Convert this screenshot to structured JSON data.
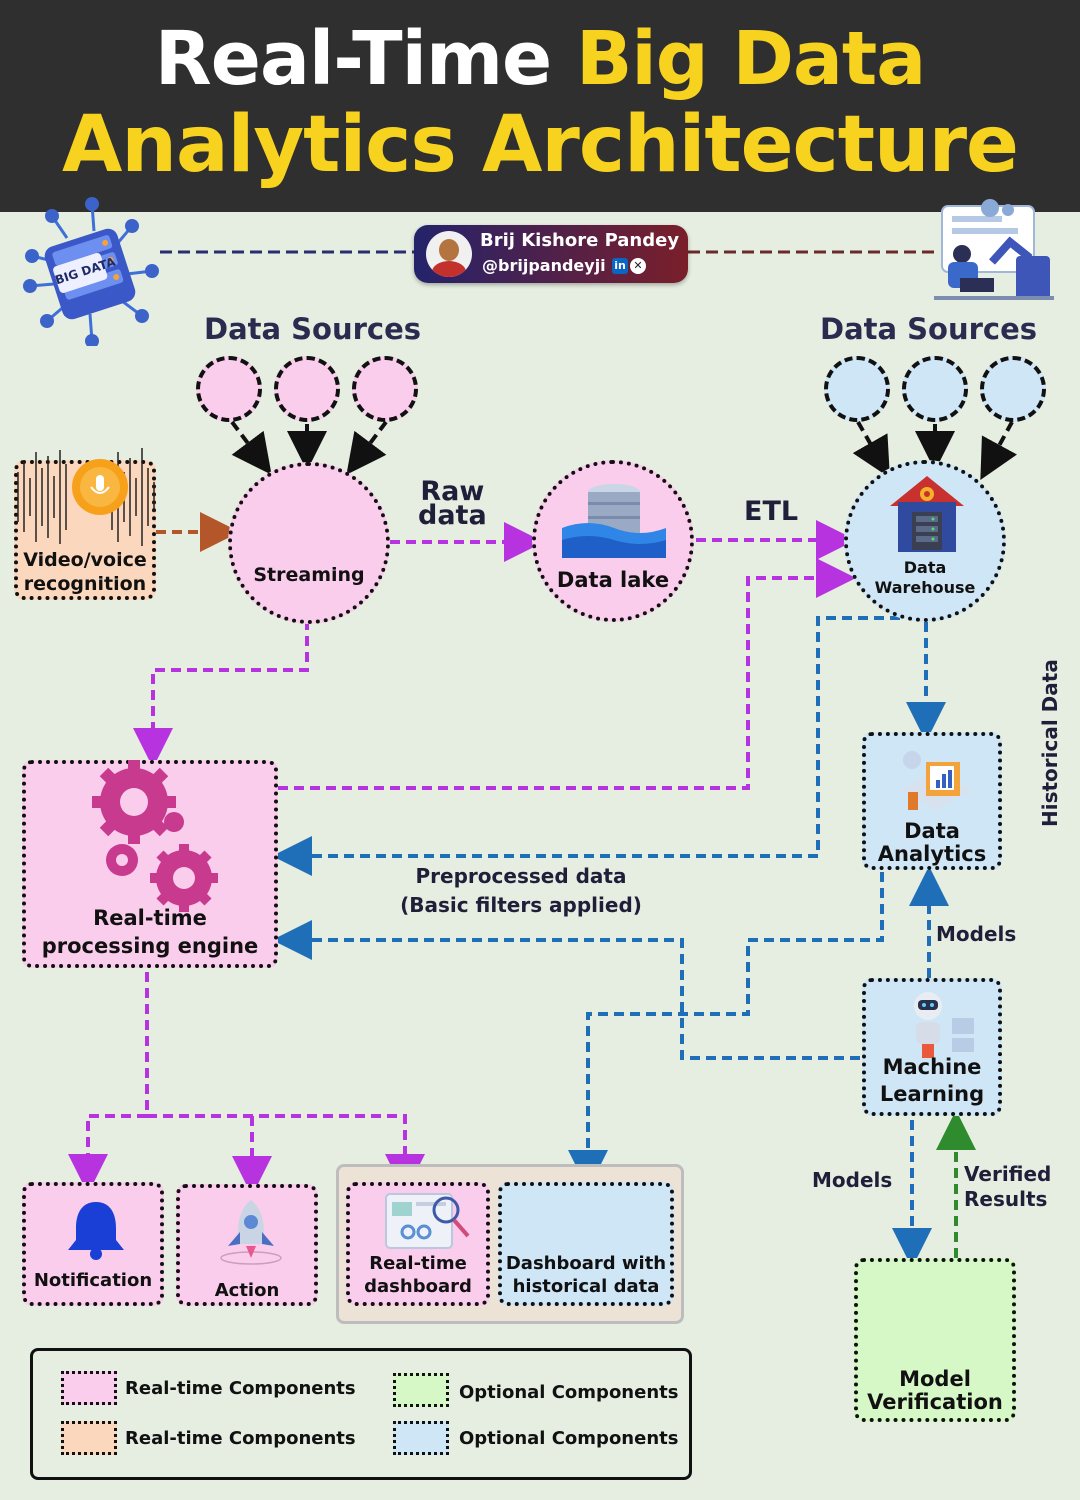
{
  "header": {
    "title_line1_white": "Real-Time ",
    "title_line1_yellow": "Big Data",
    "title_line2": "Analytics Architecture"
  },
  "author": {
    "name": "Brij Kishore Pandey",
    "handle": "@brijpandeyji",
    "linkedin_glyph": "in",
    "x_glyph": "✕"
  },
  "logo_badge": "BIG DATA",
  "sections": {
    "left_sources": "Data Sources",
    "right_sources": "Data Sources",
    "historical_data": "Historical Data"
  },
  "nodes": {
    "video_voice": [
      "Video/voice",
      "recognition"
    ],
    "streaming": "Streaming",
    "data_lake": "Data lake",
    "data_warehouse": [
      "Data",
      "Warehouse"
    ],
    "data_analytics": [
      "Data",
      "Analytics"
    ],
    "processing_engine": [
      "Real-time",
      "processing engine"
    ],
    "machine_learning": [
      "Machine",
      "Learning"
    ],
    "model_verification": [
      "Model",
      "Verification"
    ],
    "notification": "Notification",
    "action": "Action",
    "realtime_dashboard": [
      "Real-time",
      "dashboard"
    ],
    "dashboard_historical": [
      "Dashboard with",
      "historical data"
    ]
  },
  "edges": {
    "raw_data": [
      "Raw",
      "data"
    ],
    "etl": "ETL",
    "preprocessed": [
      "Preprocessed data",
      "(Basic filters applied)"
    ],
    "models_up": "Models",
    "models_down": "Models",
    "verified_results": [
      "Verified",
      "Results"
    ]
  },
  "legend": [
    {
      "label": "Real-time Components",
      "color": "#fbcdec"
    },
    {
      "label": "Real-time Components",
      "color": "#fbd7bd"
    },
    {
      "label": "Optional Components",
      "color": "#d6f8c6"
    },
    {
      "label": "Optional Components",
      "color": "#cfe6f7"
    }
  ],
  "colors": {
    "purple_flow": "#b833e0",
    "blue_flow": "#1f6fb8",
    "green_flow": "#2e8b2e",
    "brown_flow": "#b3562a",
    "header_bg": "#2f2f2f",
    "title_yellow": "#f7d21e"
  }
}
